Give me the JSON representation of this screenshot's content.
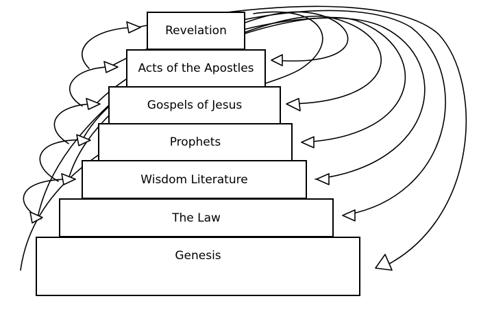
{
  "diagram": {
    "tiers": [
      {
        "id": "revelation",
        "label": "Revelation"
      },
      {
        "id": "acts",
        "label": "Acts of the Apostles"
      },
      {
        "id": "gospels",
        "label": "Gospels of Jesus"
      },
      {
        "id": "prophets",
        "label": "Prophets"
      },
      {
        "id": "wisdom",
        "label": "Wisdom Literature"
      },
      {
        "id": "law",
        "label": "The Law"
      },
      {
        "id": "genesis",
        "label": "Genesis"
      }
    ],
    "line_color": "#000000"
  }
}
